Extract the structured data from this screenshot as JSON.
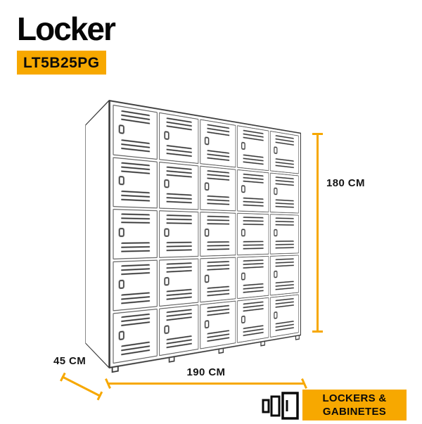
{
  "colors": {
    "accent": "#F7A800",
    "line": "#3A3A3A",
    "text": "#121212"
  },
  "brand": {
    "name": "Locker",
    "model": "LT5B25PG"
  },
  "product": {
    "rows": 5,
    "columns": 5,
    "door_count": 25
  },
  "dimensions": {
    "height_label": "180 CM",
    "width_label": "190 CM",
    "depth_label": "45 CM"
  },
  "footer": {
    "line1": "LOCKERS &",
    "line2": "GABINETES",
    "icon": "locker-cabinet-icon"
  }
}
